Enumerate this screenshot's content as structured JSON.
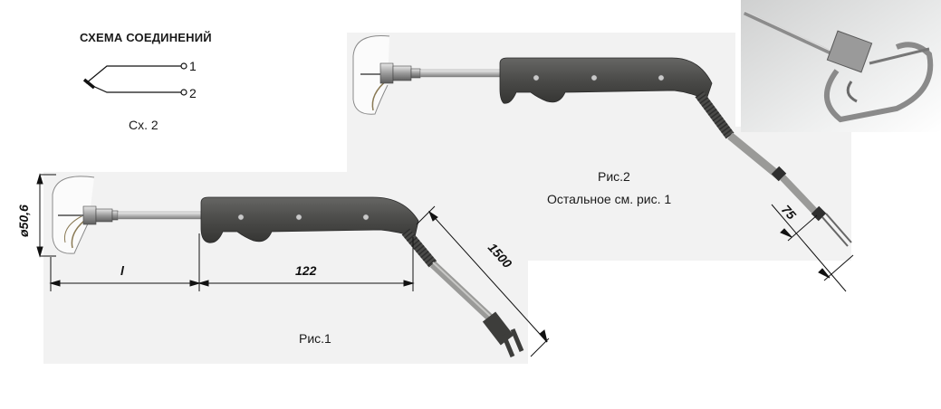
{
  "schema": {
    "title": "СХЕМА СОЕДИНЕНИЙ",
    "pin1": "1",
    "pin2": "2",
    "caption": "Сх. 2"
  },
  "fig1": {
    "caption": "Рис.1",
    "dim_diameter": "ø50,6",
    "dim_l": "l",
    "dim_handle": "122",
    "dim_cable": "1500"
  },
  "fig2": {
    "caption": "Рис.2",
    "note": "Остальное см. рис. 1",
    "dim_end": "75"
  },
  "colors": {
    "handle": "#4a4a48",
    "cable": "#9a9a98",
    "backdrop": "#f2f2f2"
  }
}
